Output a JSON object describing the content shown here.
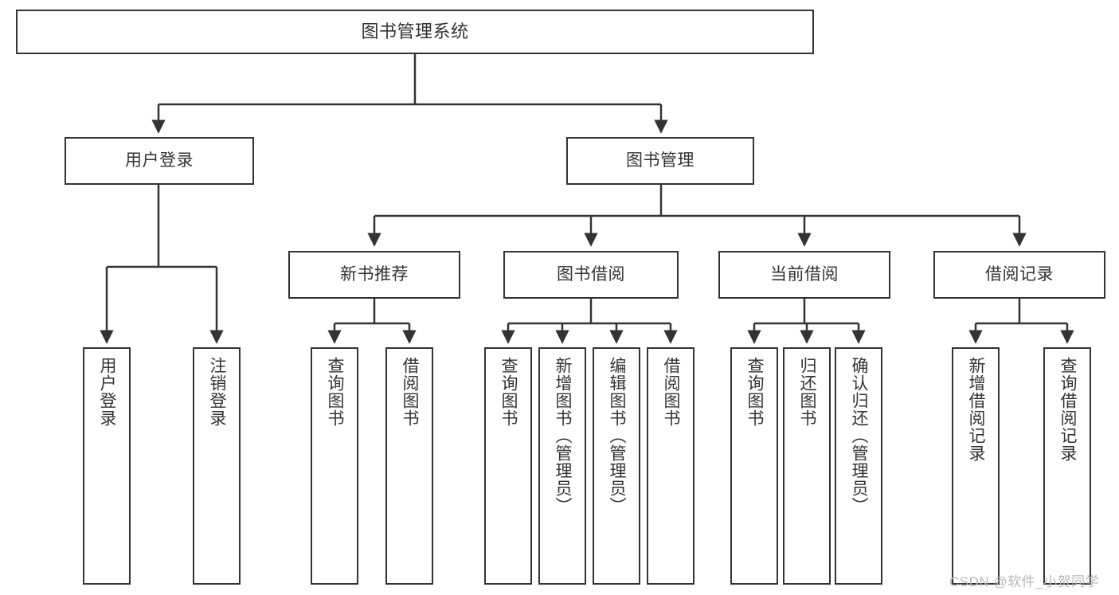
{
  "diagram": {
    "title": "图书管理系统",
    "type": "tree-hierarchy-chart",
    "accent_color": "#333333",
    "background_color": "#ffffff",
    "watermark": "CSDN @软件_小贺同学",
    "nodes": {
      "root": {
        "label": "图书管理系统"
      },
      "level2": [
        {
          "label": "用户登录"
        },
        {
          "label": "图书管理"
        }
      ],
      "level3": [
        {
          "label": "新书推荐"
        },
        {
          "label": "图书借阅"
        },
        {
          "label": "当前借阅"
        },
        {
          "label": "借阅记录"
        }
      ],
      "leaves_user_login": [
        {
          "label": "用户登录"
        },
        {
          "label": "注销登录"
        }
      ],
      "leaves_new_book": [
        {
          "label": "查询图书"
        },
        {
          "label": "借阅图书"
        }
      ],
      "leaves_borrow": [
        {
          "label": "查询图书"
        },
        {
          "label": "新增图书（管理员）"
        },
        {
          "label": "编辑图书（管理员）"
        },
        {
          "label": "借阅图书"
        }
      ],
      "leaves_current": [
        {
          "label": "查询图书"
        },
        {
          "label": "归还图书"
        },
        {
          "label": "确认归还（管理员）"
        }
      ],
      "leaves_records": [
        {
          "label": "新增借阅记录"
        },
        {
          "label": "查询借阅记录"
        }
      ]
    }
  }
}
